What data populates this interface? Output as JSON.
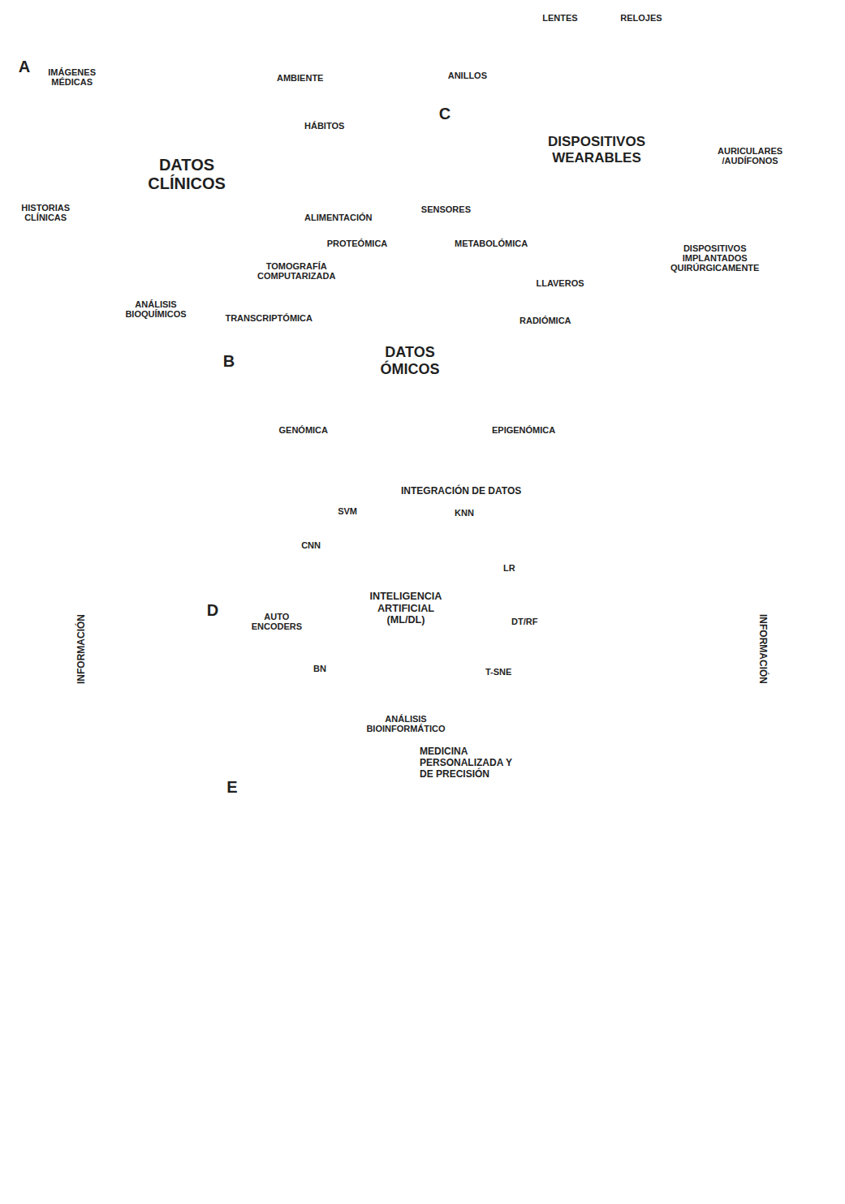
{
  "diagram": {
    "nodes": [
      {
        "text": []
      },
      {
        "text": [
          "DATOS CLÍNICOS"
        ],
        "in": 0
      },
      {
        "text": [
          "IMÁGENES MÉDICAS"
        ],
        "in": 0
      },
      {
        "text": [
          "AMBIENTE"
        ],
        "in": 0
      },
      {
        "text": [
          "HÁBITOS"
        ],
        "in": 0
      },
      {
        "text": [
          "ALIMENTACIÓN"
        ],
        "in": 0
      },
      {
        "text": [
          "TOMOGRAFÍA COMPUTARIZADA"
        ],
        "in": 0
      },
      {
        "text": [
          "ANÁLISIS BIOQUÍMICOS"
        ],
        "in": 0
      },
      {
        "text": [
          "HISTORIAS CLÍNICAS"
        ],
        "in": 0
      },
      {
        "text": [
          "DATOS ÓMICOS"
        ],
        "in": 0
      },
      {
        "text": [
          "PROTEÓMICA"
        ],
        "in": 0
      },
      {
        "text": [
          "METABOLÓMICA"
        ],
        "in": 0
      },
      {
        "text": [
          "RADIÓMICA"
        ],
        "in": 0
      },
      {
        "text": [
          "EPIGENÓMICA"
        ],
        "in": 0
      },
      {
        "text": [
          "GENÓMICA"
        ],
        "in": 0
      },
      {
        "text": [
          "TRANSCRIPTÓMICA"
        ],
        "in": 0
      },
      {
        "text": [
          "DISPOSITIVOS WEARABLES"
        ],
        "in": 0
      },
      {
        "text": [
          "ANILLOS"
        ],
        "in": 0
      },
      {
        "text": [
          "LENTES"
        ],
        "in": 0
      },
      {
        "text": [
          "RELOJES"
        ],
        "in": 0
      },
      {
        "text": [
          "AURICULARES /AUDÍFONOS"
        ],
        "in": 0
      },
      {
        "text": [
          "DISPOSITIVOS IMPLANTADOS QUIRÚRGICAMENTE"
        ],
        "in": 0
      },
      {
        "text": [
          "LLAVEROS"
        ],
        "in": 0
      },
      {
        "text": [
          "SENSORES"
        ],
        "in": 0
      },
      {
        "text": [
          "INTELIGENCIA ARTIFICIAL (ML/DL)"
        ]
      },
      {
        "text": [
          "SVM"
        ]
      },
      {
        "text": [
          "KNN"
        ]
      },
      {
        "text": [
          "LR"
        ]
      },
      {
        "text": [
          "DT/RF"
        ]
      },
      {
        "text": [
          "T-SNE"
        ]
      },
      {
        "text": [
          "ANÁLISIS BIOINFORMÁTICO"
        ]
      },
      {
        "text": [
          "BN"
        ]
      },
      {
        "text": [
          "AUTO ENCODERS"
        ]
      },
      {
        "text": [
          "CNN"
        ]
      },
      {
        "text": []
      }
    ],
    "edges": [
      {
        "from": 0,
        "to": 25,
        "arrow": "to",
        "label": "INTEGRACIÓN DE DATOS"
      },
      {
        "from": 30,
        "to": 34,
        "arrow": "to",
        "label": "MEDICINA PERSONALIZADA Y DE PRECISIÓN"
      },
      {
        "from": 34,
        "to": 0,
        "arrow": "to",
        "label": "INFORMACIÓN"
      },
      {
        "from": 34,
        "to": 0,
        "arrow": "to",
        "label": "INFORMACIÓN"
      }
    ],
    "labels": [
      "A",
      "B",
      "C",
      "D",
      "E"
    ]
  }
}
